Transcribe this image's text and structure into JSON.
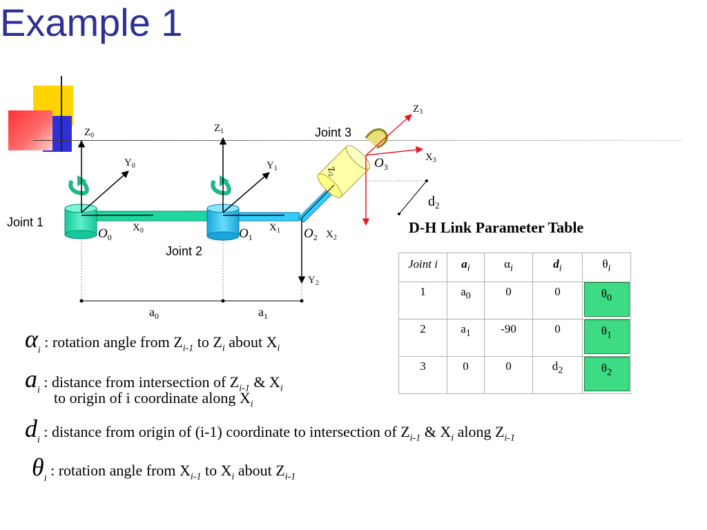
{
  "slide": {
    "title": "Example 1",
    "colors": {
      "title": "#2e3192",
      "joint_cyl": "#33ccff",
      "link_green": "#1fd6a0",
      "joint3_yellow": "#ffffaa",
      "red_axis": "#e8191f",
      "theta_box": "#3ddc84"
    }
  },
  "diagram": {
    "joint_labels": {
      "j1": "Joint 1",
      "j2": "Joint 2",
      "j3": "Joint 3"
    },
    "origins": {
      "o0": "O",
      "o0_sub": "0",
      "o1": "O",
      "o1_sub": "1",
      "o2": "O",
      "o2_sub": "2",
      "o3": "O",
      "o3_sub": "3"
    },
    "axes": {
      "z0": "Z",
      "z0_sub": "0",
      "y0": "Y",
      "y0_sub": "0",
      "x0": "X",
      "x0_sub": "0",
      "z1": "Z",
      "z1_sub": "1",
      "y1": "Y",
      "y1_sub": "1",
      "x1": "X",
      "x1_sub": "1",
      "z2": "Z",
      "z2_sub": "2",
      "x2": "X",
      "x2_sub": "2",
      "y2": "Y",
      "y2_sub": "2",
      "z3": "Z",
      "z3_sub": "3",
      "x3": "X",
      "x3_sub": "3"
    },
    "dims": {
      "a0": "a",
      "a0_sub": "0",
      "a1": "a",
      "a1_sub": "1",
      "d2": "d",
      "d2_sub": "2"
    }
  },
  "table": {
    "title": "D-H Link Parameter Table",
    "headers": {
      "joint": "Joint i",
      "a": "a",
      "a_sub": "i",
      "alpha": "α",
      "alpha_sub": "i",
      "d": "d",
      "d_sub": "i",
      "theta": "θ",
      "theta_sub": "i"
    },
    "rows": [
      {
        "joint": "1",
        "a": "a",
        "a_sub": "0",
        "alpha": "0",
        "d": "0",
        "d_sub": "",
        "theta": "θ",
        "theta_sub": "0"
      },
      {
        "joint": "2",
        "a": "a",
        "a_sub": "1",
        "alpha": "-90",
        "d": "0",
        "d_sub": "",
        "theta": "θ",
        "theta_sub": "1"
      },
      {
        "joint": "3",
        "a": "0",
        "a_sub": "",
        "alpha": "0",
        "d": "d",
        "d_sub": "2",
        "theta": "θ",
        "theta_sub": "2"
      }
    ]
  },
  "definitions": {
    "alpha": {
      "symbol": "α",
      "sub": "i",
      "t1": ": rotation angle from Z",
      "s1": "i-1",
      "t2": " to Z",
      "s2": "i",
      "t3": " about X",
      "s3": "i"
    },
    "a": {
      "symbol": "a",
      "sub": "i",
      "t1": ": distance from intersection of Z",
      "s1": "i-1",
      "t2": " & X",
      "s2": "i",
      "line2": "to origin of i coordinate along X",
      "s3": "i"
    },
    "d": {
      "symbol": "d",
      "sub": "i",
      "t1": ": distance from origin of (i-1) coordinate to intersection of Z",
      "s1": "i-1",
      "t2": " & X",
      "s2": "i",
      "t3": " along Z",
      "s3": "i-1"
    },
    "theta": {
      "symbol": "θ",
      "sub": "i",
      "t1": ": rotation angle from X",
      "s1": "i-1",
      "t2": " to X",
      "s2": "i",
      "t3": "  about Z",
      "s3": "i-1"
    }
  }
}
